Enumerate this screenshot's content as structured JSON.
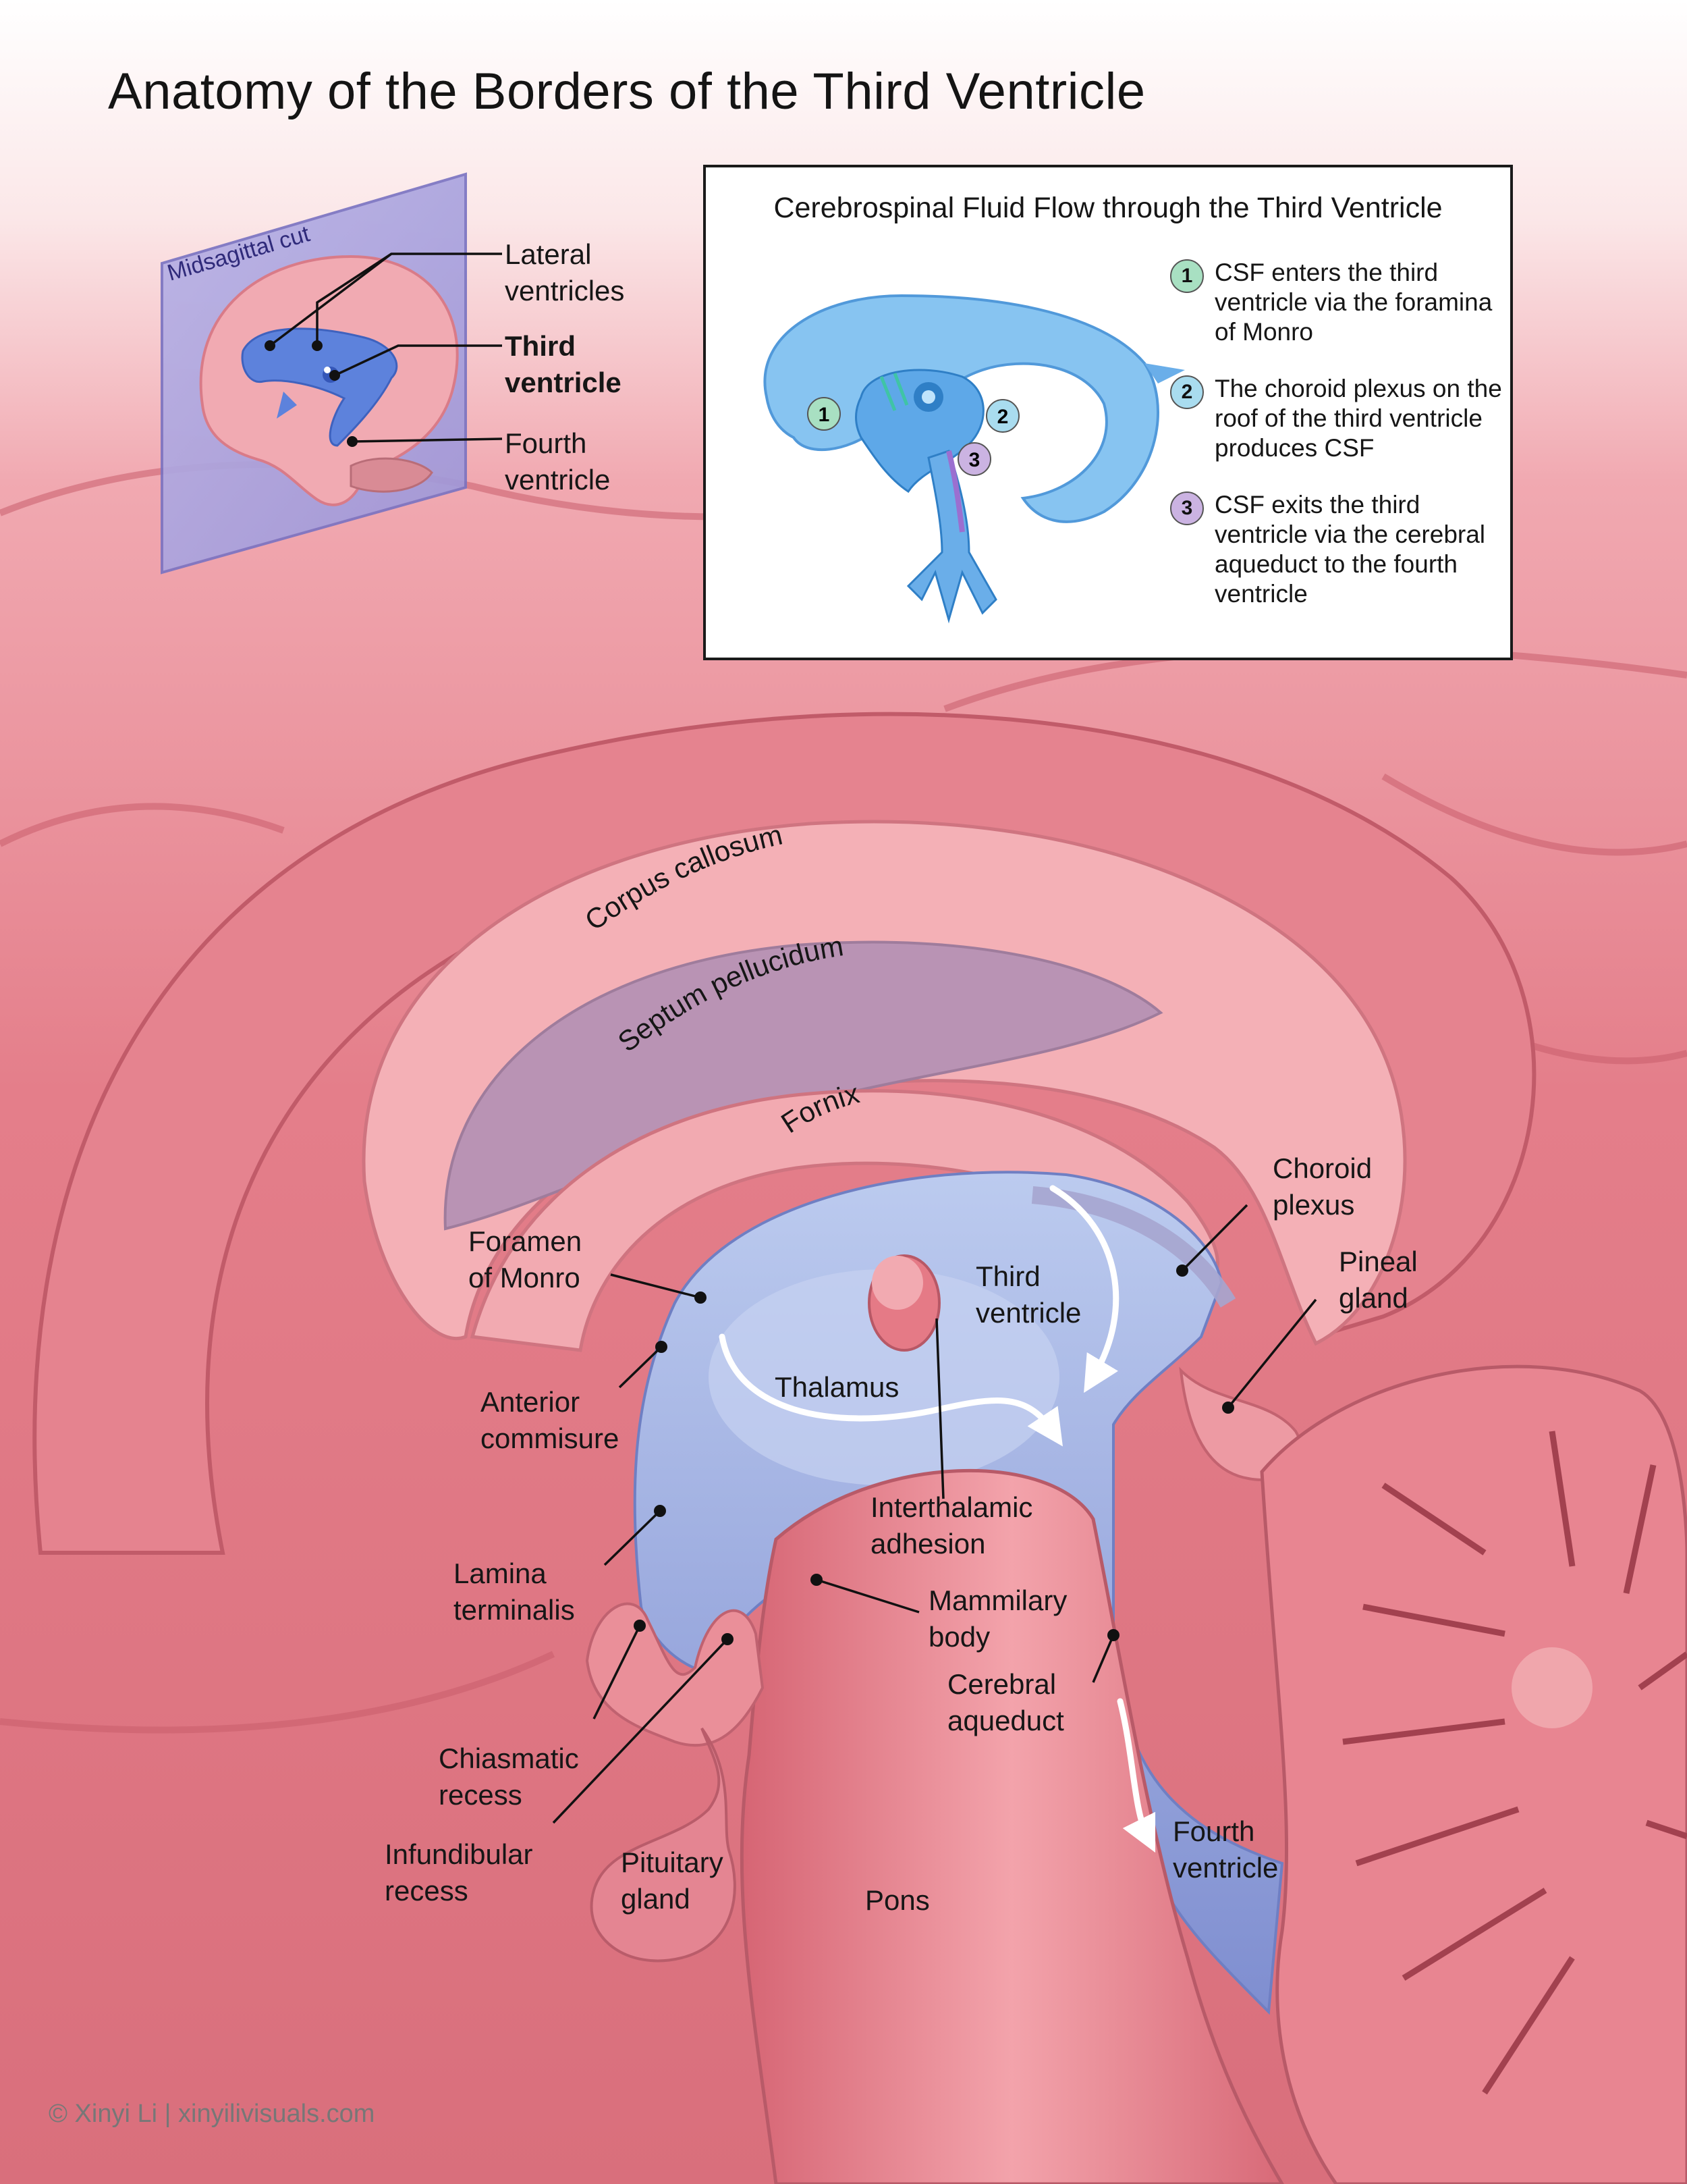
{
  "title": "Anatomy of the Borders of the Third Ventricle",
  "credit": "© Xinyi Li | xinyilivisuals.com",
  "mini_diagram": {
    "cut_label": "Midsagittal cut",
    "labels": [
      {
        "text": "Lateral\nventricles",
        "bold": false
      },
      {
        "text": "Third\nventricle",
        "bold": true
      },
      {
        "text": "Fourth\nventricle",
        "bold": false
      }
    ]
  },
  "inset": {
    "title": "Cerebrospinal Fluid Flow through the Third Ventricle",
    "steps": [
      {
        "num": "1",
        "text": "CSF enters the third ventricle via the foramina of Monro",
        "color": "#a8e0c2"
      },
      {
        "num": "2",
        "text": "The choroid plexus on the roof of the third ventricle produces CSF",
        "color": "#a9dcef"
      },
      {
        "num": "3",
        "text": "CSF exits the third ventricle via the cerebral aqueduct to the fourth ventricle",
        "color": "#cbb3e2"
      }
    ]
  },
  "curved_labels": {
    "corpus_callosum": "Corpus callosum",
    "septum_pellucidum": "Septum pellucidum",
    "fornix": "Fornix"
  },
  "labels": {
    "choroid_plexus": "Choroid\nplexus",
    "pineal_gland": "Pineal\ngland",
    "foramen_of_monro": "Foramen\nof Monro",
    "third_ventricle": "Third\nventricle",
    "thalamus": "Thalamus",
    "anterior_commisure": "Anterior\ncommisure",
    "interthalamic_adhesion": "Interthalamic\nadhesion",
    "lamina_terminalis": "Lamina\nterminalis",
    "mammilary_body": "Mammilary\nbody",
    "cerebral_aqueduct": "Cerebral\naqueduct",
    "chiasmatic_recess": "Chiasmatic\nrecess",
    "infundibular_recess": "Infundibular\nrecess",
    "pituitary_gland": "Pituitary\ngland",
    "pons": "Pons",
    "fourth_ventricle": "Fourth\nventricle"
  },
  "colors": {
    "brain_tissue": "#e17b86",
    "brain_light": "#f4b3b8",
    "ventricle": "#9fb6e6",
    "cut_plane": "#a9a4dc"
  }
}
